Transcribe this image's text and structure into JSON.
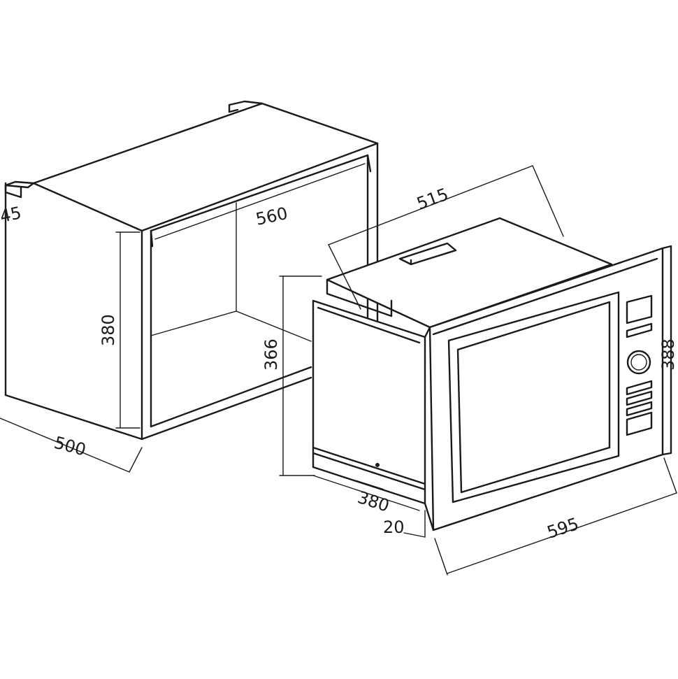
{
  "figure": {
    "cabinet_dimensions": {
      "depth_notch": "45",
      "inner_width": "560",
      "height": "380",
      "depth": "500"
    },
    "appliance_dimensions": {
      "top_depth": "515",
      "body_height": "366",
      "body_width": "380",
      "frame_offset": "20",
      "front_width": "595",
      "front_height": "388"
    }
  }
}
